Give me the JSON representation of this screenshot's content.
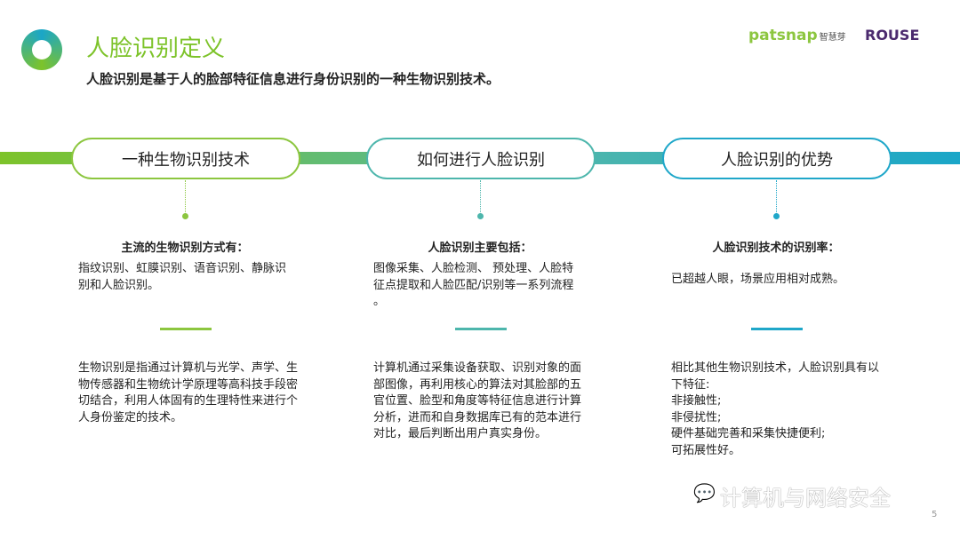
{
  "header": {
    "title": "人脸识别定义",
    "subtitle": "人脸识别是基于人的脸部特征信息进行身份识别的一种生物识别技术。",
    "logo_patsnap": "patsnap",
    "logo_patsnap_cn": "智慧芽",
    "logo_rouse": "ROUSE"
  },
  "columns": [
    {
      "pill": "一种生物识别技术",
      "heading": "主流的生物识别方式有：",
      "intro": "指纹识别、虹膜识别、语音识别、静脉识别和人脸识别。",
      "body": "生物识别是指通过计算机与光学、声学、生物传感器和生物统计学原理等高科技手段密切结合，利用人体固有的生理特性来进行个人身份鉴定的技术。"
    },
    {
      "pill": "如何进行人脸识别",
      "heading": "人脸识别主要包括：",
      "intro": "图像采集、人脸检测、 预处理、人脸特征点提取和人脸匹配/识别等一系列流程 。",
      "body": "计算机通过采集设备获取、识别对象的面部图像，再利用核心的算法对其脸部的五官位置、脸型和角度等特征信息进行计算分析，进而和自身数据库已有的范本进行对比，最后判断出用户真实身份。"
    },
    {
      "pill": "人脸识别的优势",
      "heading": "人脸识别技术的识别率：",
      "intro": "已超越人眼，场景应用相对成熟。",
      "body": "相比其他生物识别技术，人脸识别具有以下特征:\n非接触性;\n非侵扰性;\n硬件基础完善和采集快捷便利;\n可拓展性好。"
    }
  ],
  "colors": {
    "green": "#8cc63f",
    "teal": "#4db6ac",
    "blue": "#1fa7c9"
  },
  "footer": {
    "watermark": "计算机与网络安全",
    "watermark_icon": "wechat-icon",
    "page": "5"
  }
}
